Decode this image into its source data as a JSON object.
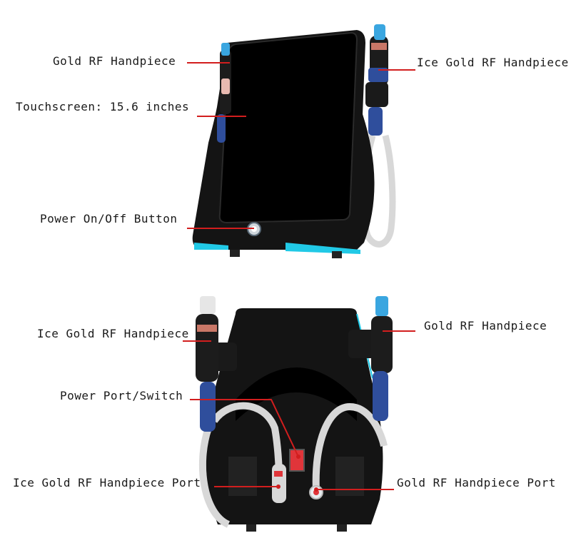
{
  "colors": {
    "leader_line": "#d21e1e",
    "device_body": "#111111",
    "screen": "#000000",
    "accent_cyan": "#21c9e6",
    "handpiece_blue": "#2f4e9c",
    "cable_grey": "#d8d8d8",
    "port_red": "#e0353a"
  },
  "front_view": {
    "labels": {
      "gold_rf_handpiece": "Gold RF Handpiece",
      "touchscreen": "Touchscreen: 15.6 inches",
      "power_button": "Power On/Off Button",
      "ice_gold_rf_handpiece": "Ice Gold RF Handpiece"
    }
  },
  "back_view": {
    "labels": {
      "ice_gold_rf_handpiece": "Ice Gold RF Handpiece",
      "gold_rf_handpiece": "Gold RF Handpiece",
      "power_port_switch": "Power Port/Switch",
      "ice_gold_rf_handpiece_port": "Ice Gold RF Handpiece Port",
      "gold_rf_handpiece_port": "Gold RF Handpiece Port"
    }
  }
}
